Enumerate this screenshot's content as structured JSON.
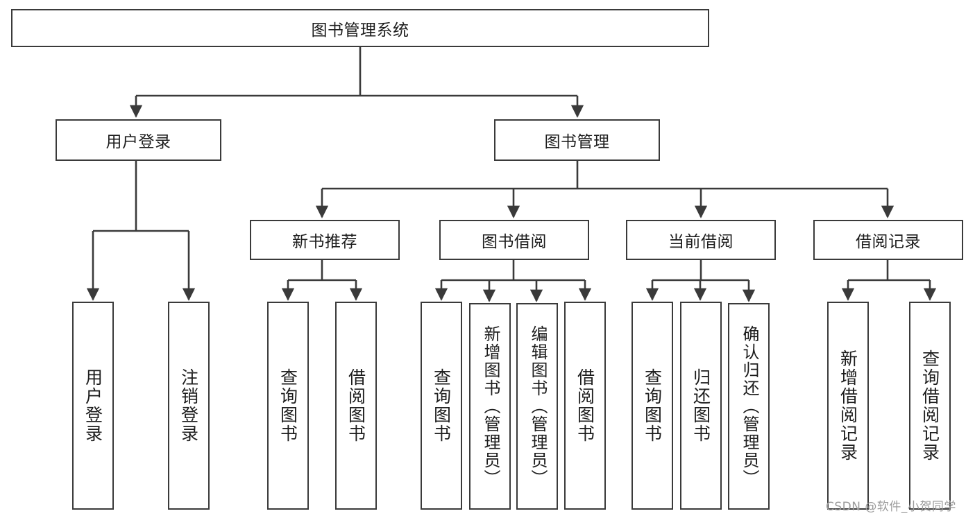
{
  "diagram": {
    "type": "hierarchy-tree",
    "root": {
      "label": "图书管理系统"
    },
    "level2": [
      {
        "label": "用户登录"
      },
      {
        "label": "图书管理"
      }
    ],
    "level3": [
      {
        "label": "新书推荐"
      },
      {
        "label": "图书借阅"
      },
      {
        "label": "当前借阅"
      },
      {
        "label": "借阅记录"
      }
    ],
    "leaves_user_login": [
      {
        "label": "用户登录"
      },
      {
        "label": "注销登录"
      }
    ],
    "leaves_new_book": [
      {
        "label": "查询图书"
      },
      {
        "label": "借阅图书"
      }
    ],
    "leaves_borrow": [
      {
        "label": "查询图书"
      },
      {
        "label": "新增图书（管理员）"
      },
      {
        "label": "编辑图书（管理员）"
      },
      {
        "label": "借阅图书"
      }
    ],
    "leaves_current": [
      {
        "label": "查询图书"
      },
      {
        "label": "归还图书"
      },
      {
        "label": "确认归还（管理员）"
      }
    ],
    "leaves_record": [
      {
        "label": "新增借阅记录"
      },
      {
        "label": "查询借阅记录"
      }
    ]
  },
  "watermark": {
    "text": "CSDN @软件_小贺同学"
  },
  "colors": {
    "line": "#3a3a3a",
    "box_border": "#3a3a3a",
    "background": "#ffffff",
    "text": "#1d1d1d",
    "watermark": "#9b9b9b"
  }
}
